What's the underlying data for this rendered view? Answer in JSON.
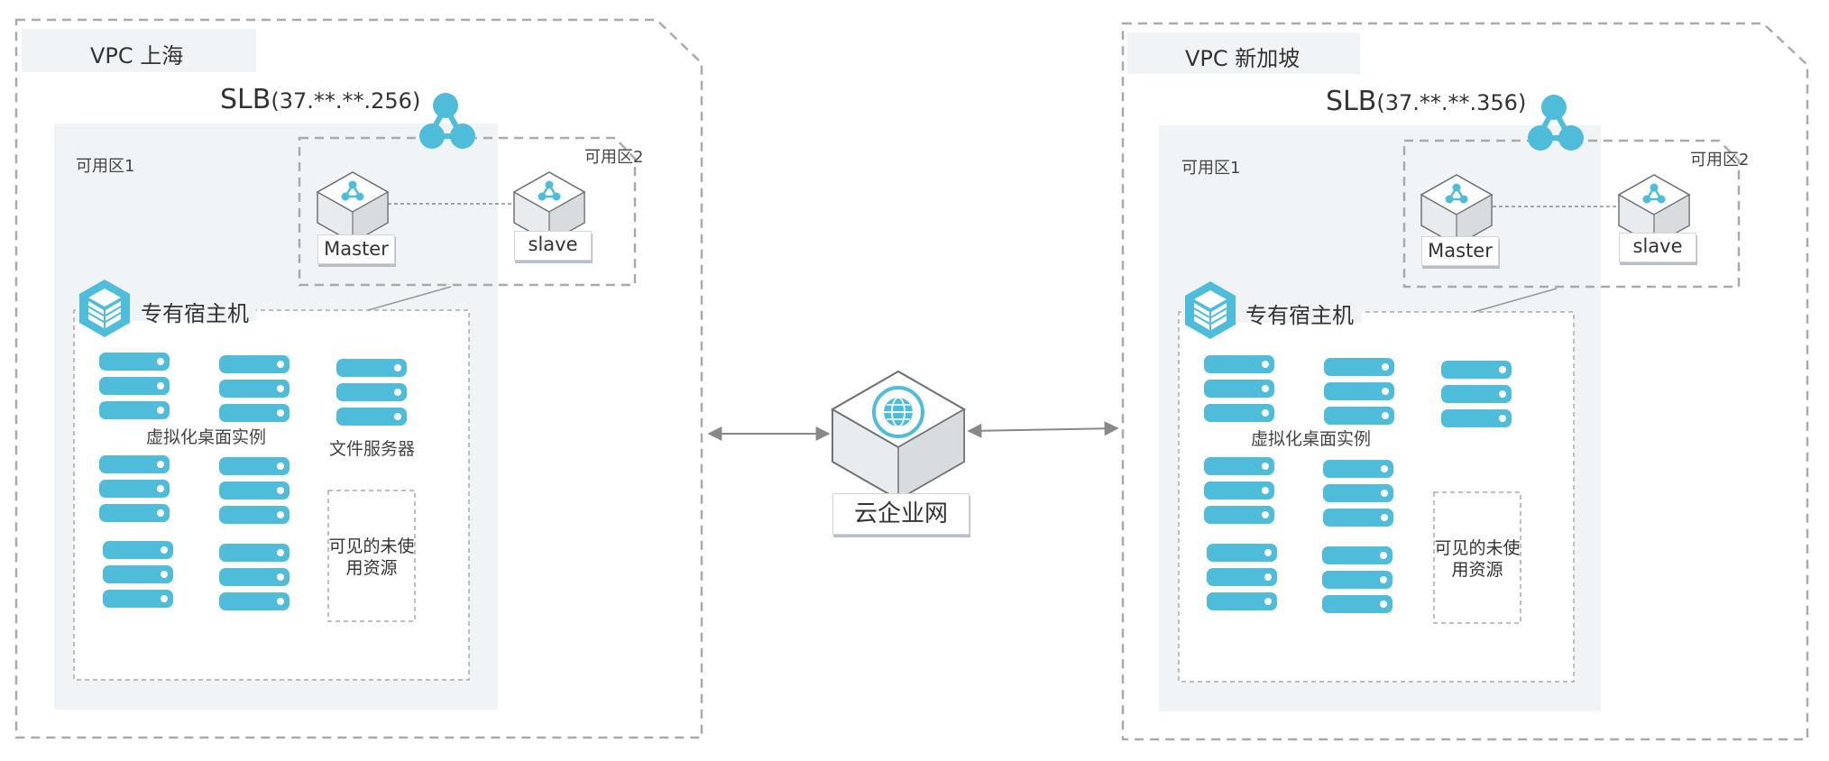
{
  "regions": [
    {
      "vpc_label": "VPC  上海",
      "slb_label": "SLB",
      "slb_ip": "(37.**.**.256)",
      "zone1_label": "可用区1",
      "zone2_label": "可用区2",
      "master_label": "Master",
      "slave_label": "slave",
      "host_label": "专有宿主机",
      "desktop_label": "虚拟化桌面实例",
      "file_server_label": "文件服务器",
      "unused_label": "可见的未使用资源"
    },
    {
      "vpc_label": "VPC  新加坡",
      "slb_label": "SLB",
      "slb_ip": "(37.**.**.356)",
      "zone1_label": "可用区1",
      "zone2_label": "可用区2",
      "master_label": "Master",
      "slave_label": "slave",
      "host_label": "专有宿主机",
      "desktop_label": "虚拟化桌面实例",
      "unused_label": "可见的未使用资源"
    }
  ],
  "center": {
    "cen_label": "云企业网",
    "icon": "globe-icon"
  },
  "icons": {
    "slb": "load-balancer-icon",
    "node": "network-node-icon",
    "host": "dedicated-host-icon",
    "server": "server-icon"
  },
  "colors": {
    "accent": "#4fbcd9",
    "zone_bg": "#f1f4f6",
    "dash": "#aaaaaa"
  }
}
